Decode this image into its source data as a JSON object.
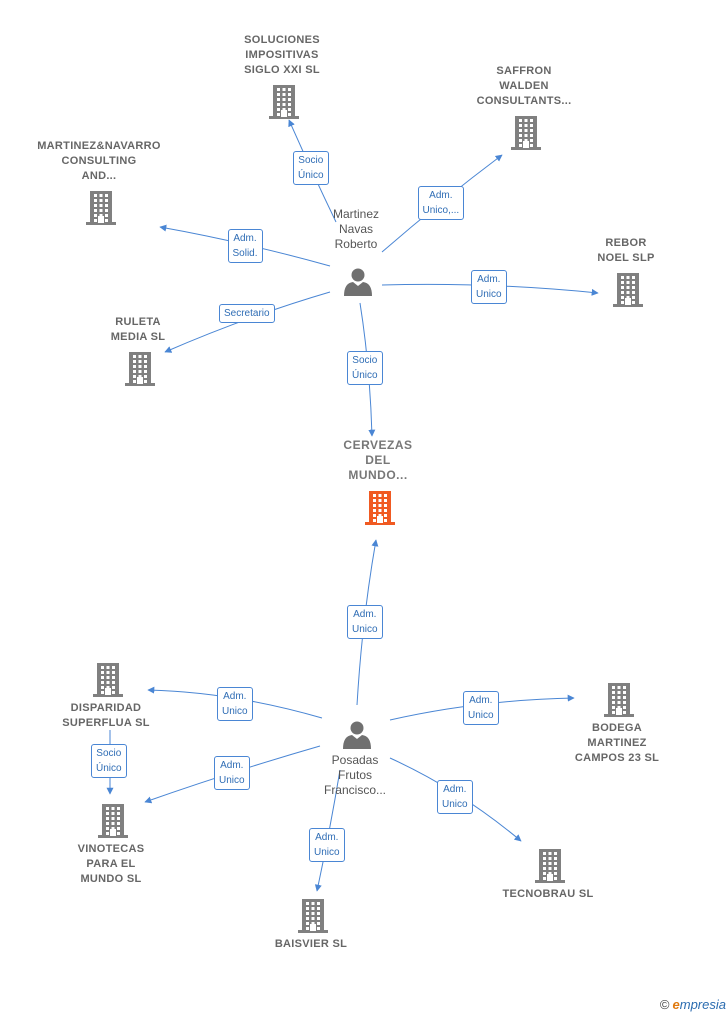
{
  "colors": {
    "edge": "#4a86d4",
    "building": "#808080",
    "building_main": "#f05a22",
    "person": "#707070"
  },
  "nodes": [
    {
      "id": "main",
      "kind": "company",
      "main": true,
      "lines": [
        "CERVEZAS",
        "DEL",
        "MUNDO..."
      ]
    },
    {
      "id": "soluciones",
      "kind": "company",
      "lines": [
        "SOLUCIONES",
        "IMPOSITIVAS",
        "SIGLO XXI SL"
      ]
    },
    {
      "id": "saffron",
      "kind": "company",
      "lines": [
        "SAFFRON",
        "WALDEN",
        "CONSULTANTS..."
      ]
    },
    {
      "id": "martineznavarro",
      "kind": "company",
      "lines": [
        "MARTINEZ&NAVARRO",
        "CONSULTING",
        "AND..."
      ]
    },
    {
      "id": "rebor",
      "kind": "company",
      "lines": [
        "REBOR",
        "NOEL SLP"
      ]
    },
    {
      "id": "ruleta",
      "kind": "company",
      "lines": [
        "RULETA",
        "MEDIA SL"
      ]
    },
    {
      "id": "disparidad",
      "kind": "company",
      "lines": [
        "DISPARIDAD",
        "SUPERFLUA SL"
      ]
    },
    {
      "id": "vinotecas",
      "kind": "company",
      "lines": [
        "VINOTECAS",
        "PARA EL",
        "MUNDO SL"
      ]
    },
    {
      "id": "bodega",
      "kind": "company",
      "lines": [
        "BODEGA",
        "MARTINEZ",
        "CAMPOS 23 SL"
      ]
    },
    {
      "id": "tecnobrau",
      "kind": "company",
      "lines": [
        "TECNOBRAU SL"
      ]
    },
    {
      "id": "baisvier",
      "kind": "company",
      "lines": [
        "BAISVIER SL"
      ]
    },
    {
      "id": "person1",
      "kind": "person",
      "lines": [
        "Martinez",
        "Navas",
        "Roberto"
      ]
    },
    {
      "id": "person2",
      "kind": "person",
      "lines": [
        "Posadas",
        "Frutos",
        "Francisco..."
      ]
    }
  ],
  "edges": [
    {
      "from": "person1",
      "to": "soluciones",
      "label": [
        "Socio",
        "Único"
      ]
    },
    {
      "from": "person1",
      "to": "saffron",
      "label": [
        "Adm.",
        "Unico,..."
      ]
    },
    {
      "from": "person1",
      "to": "martineznavarro",
      "label": [
        "Adm.",
        "Solid."
      ]
    },
    {
      "from": "person1",
      "to": "rebor",
      "label": [
        "Adm.",
        "Unico"
      ]
    },
    {
      "from": "person1",
      "to": "ruleta",
      "label": [
        "Secretario"
      ]
    },
    {
      "from": "person1",
      "to": "main",
      "label": [
        "Socio",
        "Único"
      ]
    },
    {
      "from": "person2",
      "to": "main",
      "label": [
        "Adm.",
        "Unico"
      ]
    },
    {
      "from": "person2",
      "to": "disparidad",
      "label": [
        "Adm.",
        "Unico"
      ]
    },
    {
      "from": "person2",
      "to": "bodega",
      "label": [
        "Adm.",
        "Unico"
      ]
    },
    {
      "from": "person2",
      "to": "vinotecas",
      "label": [
        "Adm.",
        "Unico"
      ]
    },
    {
      "from": "person2",
      "to": "tecnobrau",
      "label": [
        "Adm.",
        "Unico"
      ]
    },
    {
      "from": "person2",
      "to": "baisvier",
      "label": [
        "Adm.",
        "Unico"
      ]
    },
    {
      "from": "disparidad",
      "to": "vinotecas",
      "label": [
        "Socio",
        "Único"
      ]
    }
  ],
  "footer": {
    "copyright": "©",
    "brand_initial": "e",
    "brand_rest": "mpresia"
  }
}
